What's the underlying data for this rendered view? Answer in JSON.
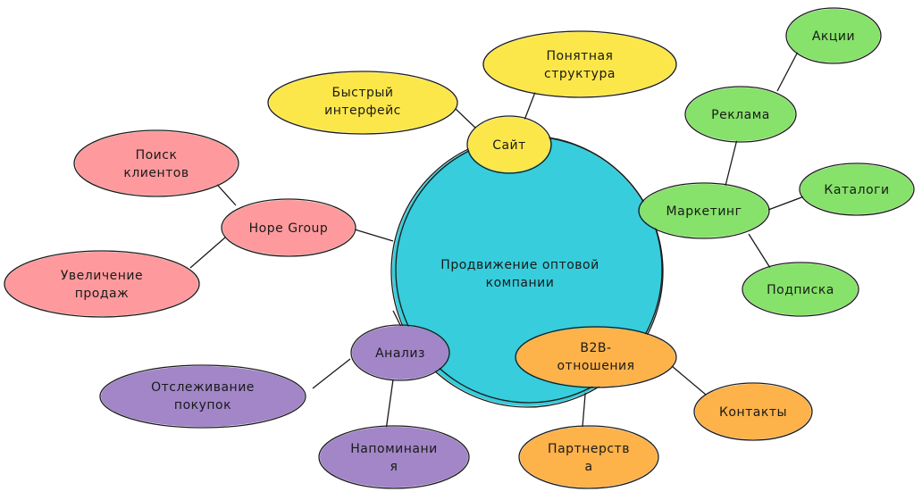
{
  "colors": {
    "center": "#37cddc",
    "yellow": "#fce74a",
    "green": "#86e26a",
    "red": "#fe9a9d",
    "purple": "#a286c8",
    "orange": "#fdb24a",
    "outline": "#1a1a1a"
  },
  "center": {
    "line1": "Продвижение оптовой",
    "line2": "компании"
  },
  "site": {
    "label": "Сайт"
  },
  "site_fast": {
    "line1": "Быстрый",
    "line2": "интерфейс"
  },
  "site_clear": {
    "line1": "Понятная",
    "line2": "структура"
  },
  "marketing": {
    "label": "Маркетинг"
  },
  "ads": {
    "label": "Реклама"
  },
  "promo": {
    "label": "Акции"
  },
  "catalogs": {
    "label": "Каталоги"
  },
  "subscription": {
    "label": "Подписка"
  },
  "hope": {
    "label": "Hope Group"
  },
  "search_clients": {
    "line1": "Поиск",
    "line2": "клиентов"
  },
  "sales_up": {
    "line1": "Увеличение",
    "line2": "продаж"
  },
  "analysis": {
    "label": "Анализ"
  },
  "tracking": {
    "line1": "Отслеживание",
    "line2": "покупок"
  },
  "reminders": {
    "line1": "Напоминани",
    "line2": "я"
  },
  "b2b": {
    "line1": "B2B-",
    "line2": "отношения"
  },
  "contacts": {
    "label": "Контакты"
  },
  "partnership": {
    "line1": "Партнерств",
    "line2": "а"
  }
}
